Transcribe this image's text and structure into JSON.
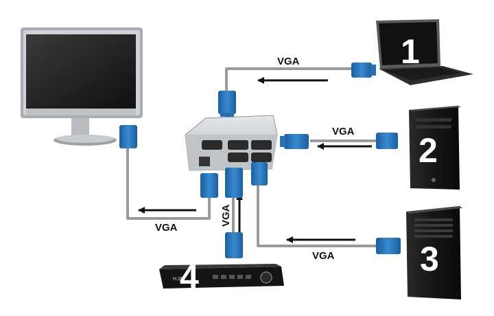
{
  "devices": {
    "laptop": {
      "number": "1"
    },
    "desktop_a": {
      "number": "2"
    },
    "desktop_b": {
      "number": "3"
    },
    "dvr": {
      "number": "4",
      "brand": "H.26"
    }
  },
  "cables": {
    "laptop_label": "VGA",
    "desktop_a_label": "VGA",
    "desktop_b_label": "VGA",
    "monitor_label": "VGA",
    "dvr_label": "VGA"
  },
  "colors": {
    "connector": "#1f6fb8",
    "cable": "#9a9a9a",
    "arrow": "#111111",
    "device_dark": "#1c1c1c",
    "switch_body": "#c9cdd2"
  },
  "icons": [
    "monitor-icon",
    "laptop-icon",
    "desktop-tower-icon",
    "dvr-icon",
    "vga-switch-icon",
    "vga-connector-icon",
    "arrow-icon"
  ]
}
